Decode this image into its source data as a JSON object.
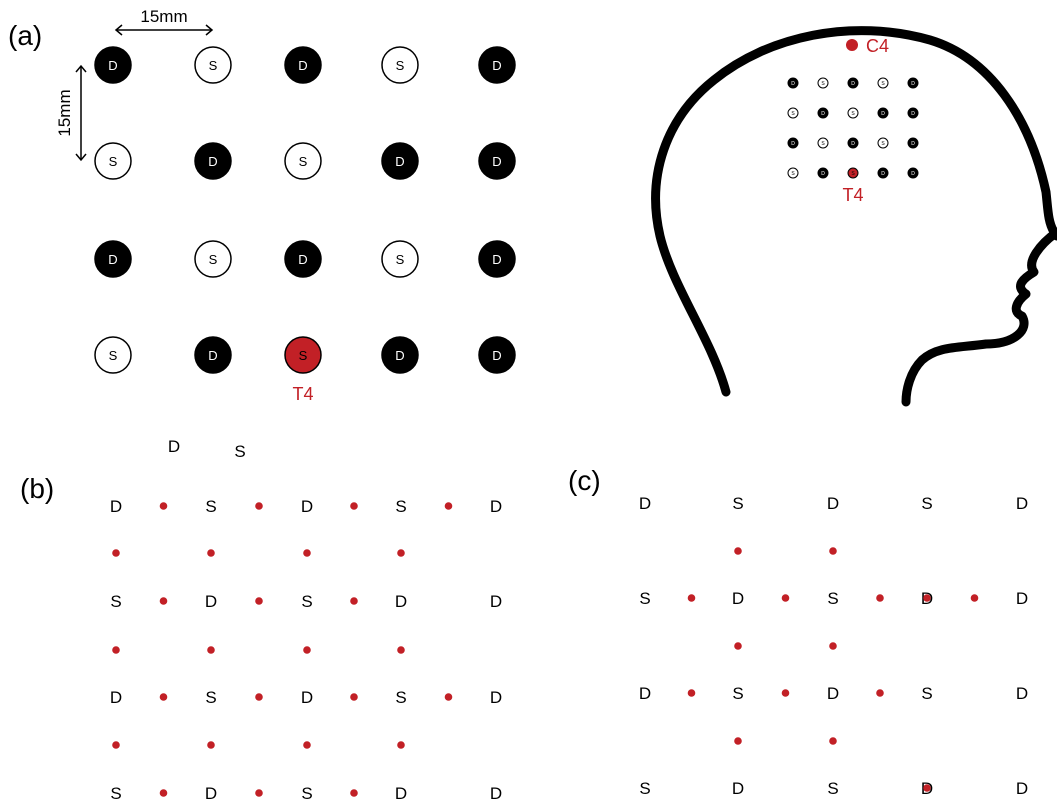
{
  "colors": {
    "detector": "#000000",
    "source": "#ffffff",
    "highlight": "#c22026",
    "channel_dot": "#c22026"
  },
  "panel_a": {
    "label": "(a)",
    "spacing_h": "15mm",
    "spacing_v": "15mm",
    "rows": [
      [
        "D",
        "S",
        "D",
        "S",
        "D"
      ],
      [
        "S",
        "D",
        "S",
        "D",
        "D"
      ],
      [
        "D",
        "S",
        "D",
        "S",
        "D"
      ],
      [
        "S",
        "D",
        "S",
        "D",
        "D"
      ]
    ],
    "t4_label": "T4"
  },
  "head": {
    "c4_label": "C4",
    "t4_label": "T4",
    "icon": "head-profile"
  },
  "legend": {
    "d_label": "D",
    "s_label": "S"
  },
  "panel_b": {
    "label": "(b)",
    "rows": [
      [
        "D",
        "S",
        "D",
        "S",
        "D"
      ],
      [
        "S",
        "D",
        "S",
        "D",
        "D"
      ],
      [
        "D",
        "S",
        "D",
        "S",
        "D"
      ],
      [
        "S",
        "D",
        "S",
        "D",
        "D"
      ]
    ]
  },
  "panel_c": {
    "label": "(c)",
    "rows": [
      [
        "D",
        "S",
        "D",
        "S",
        "D"
      ],
      [
        "S",
        "D",
        "S",
        "D",
        "D"
      ],
      [
        "D",
        "S",
        "D",
        "S",
        "D"
      ],
      [
        "S",
        "D",
        "S",
        "D",
        "D"
      ]
    ]
  }
}
